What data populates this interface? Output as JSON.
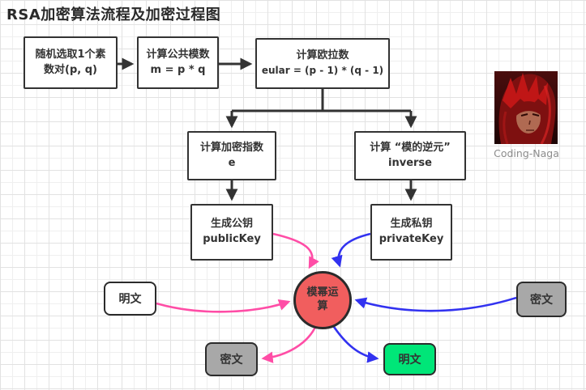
{
  "title": "RSA加密算法流程及加密过程图",
  "flow": {
    "step1": {
      "line1": "随机选取1个素",
      "line2": "数对(p, q)"
    },
    "step2": {
      "line1": "计算公共模数",
      "line2": "m = p * q"
    },
    "step3": {
      "line1": "计算欧拉数",
      "line2": "eular = (p - 1) * (q - 1)"
    },
    "step4": {
      "line1": "计算加密指数",
      "line2": "e"
    },
    "step5": {
      "line1": "计算 “模的逆元”",
      "line2": "inverse"
    },
    "step6": {
      "line1": "生成公钥",
      "line2": "publicKey"
    },
    "step7": {
      "line1": "生成私钥",
      "line2": "privateKey"
    }
  },
  "process": {
    "mod_exp_circle": {
      "line1": "模幂运",
      "line2": "算"
    },
    "plaintext_input": "明文",
    "ciphertext_input": "密文",
    "ciphertext_output": "密文",
    "plaintext_output": "明文"
  },
  "watermark": {
    "caption": "Coding-Naga"
  },
  "colors": {
    "circle_fill": "#f15e5e",
    "green_box": "#00e678",
    "gray_box": "#a8a8a8",
    "pink_arrow": "#ff4da6",
    "blue_arrow": "#3232f0",
    "black_line": "#333333",
    "grid_line": "#e2e2e2"
  }
}
